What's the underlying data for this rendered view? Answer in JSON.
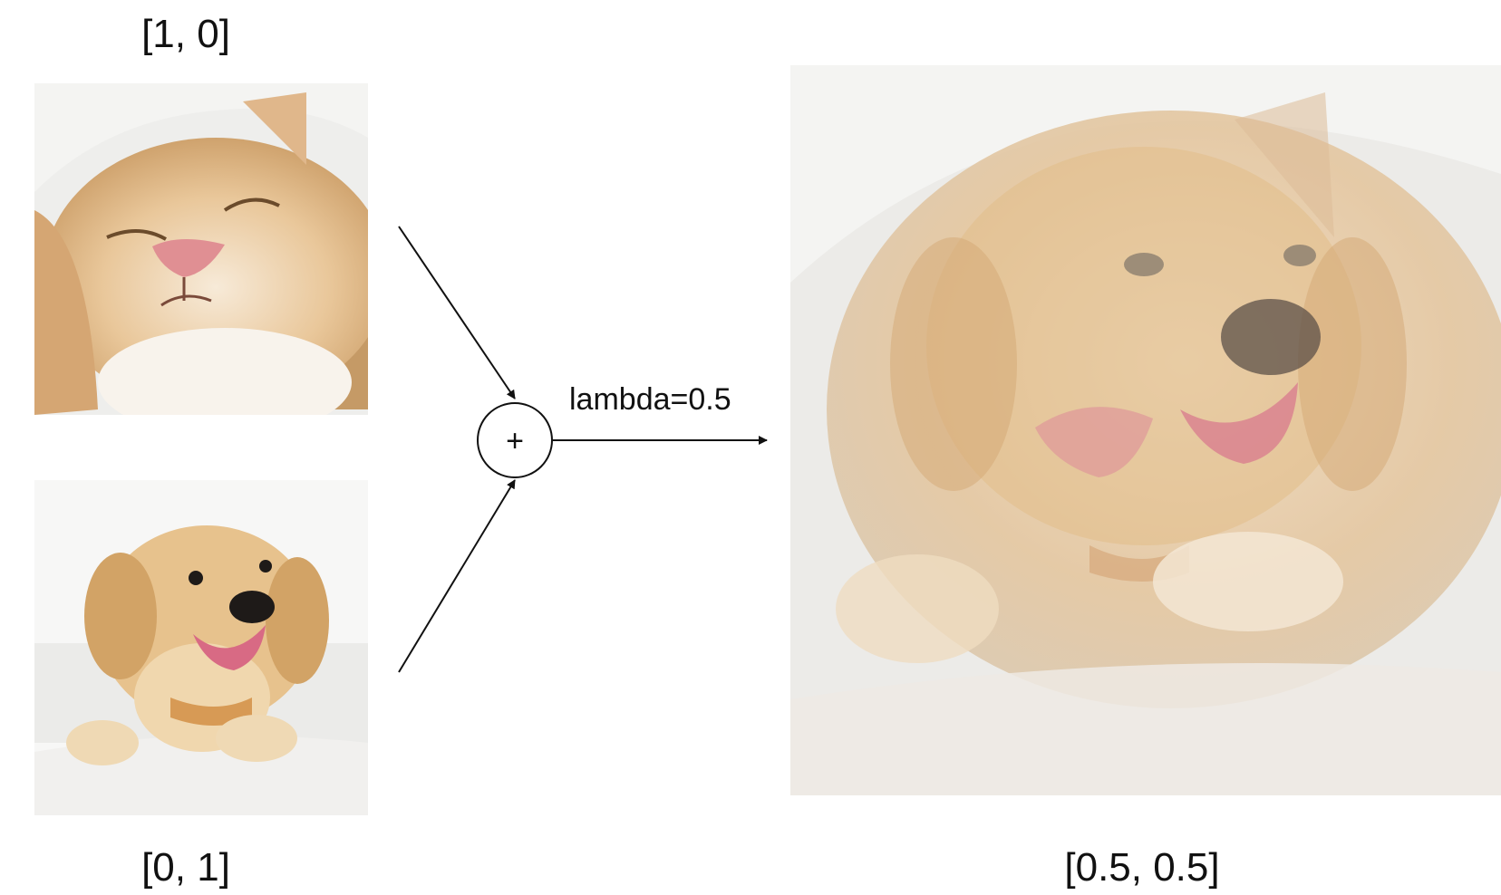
{
  "inputs": [
    {
      "subject": "cat",
      "label": "[1, 0]"
    },
    {
      "subject": "dog",
      "label": "[0, 1]"
    }
  ],
  "operator": {
    "symbol": "+",
    "edge_label": "lambda=0.5"
  },
  "output": {
    "subject": "cat-dog blend",
    "label": "[0.5, 0.5]",
    "blend_ratio": 0.5
  },
  "colors": {
    "line": "#111111",
    "fur_light": "#e9d0aa",
    "fur_mid": "#d9b27d",
    "dog_coat": "#e2bf8a",
    "nose_pink": "#d98a8a",
    "tongue": "#d86a84"
  }
}
